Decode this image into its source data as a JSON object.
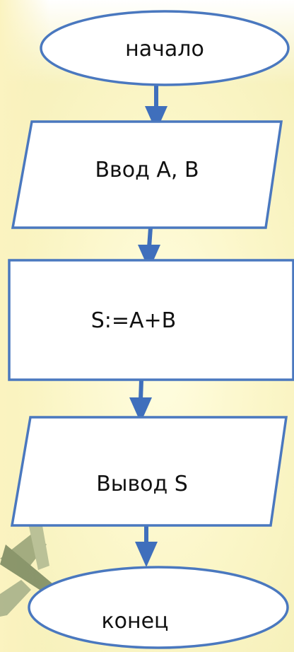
{
  "colors": {
    "stroke": "#4a78bf",
    "shape_fill": "#ffffff",
    "arrow": "#3f6fbc",
    "text": "#111111",
    "background": "#fbf6c8"
  },
  "flowchart": {
    "start": "начало",
    "input": "Ввод A, B",
    "process": "S:=A+B",
    "output": "Вывод S",
    "end": "конец"
  },
  "decoration": {
    "image": "airplane-illustration"
  }
}
